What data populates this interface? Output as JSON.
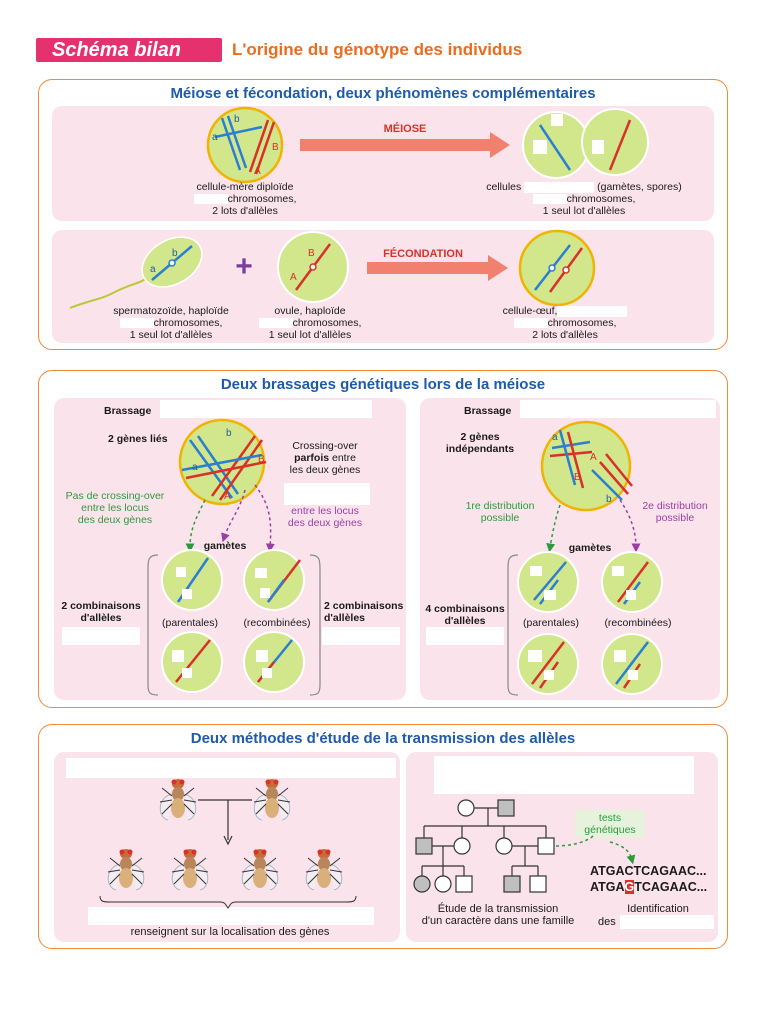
{
  "header": {
    "badge": "Schéma bilan",
    "title": "L'origine du génotype des individus"
  },
  "section1": {
    "title": "Méiose et fécondation, deux phénomènes complémentaires",
    "meiose": {
      "arrow_label": "MÉIOSE",
      "mother_cell": [
        "cellule-mère diploïde",
        "chromosomes,",
        "2 lots d'allèles"
      ],
      "daughter_cells": [
        "cellules",
        "(gamètes, spores)",
        "chromosomes,",
        "1 seul lot d'allèles"
      ],
      "allele_labels": [
        "a",
        "b",
        "A",
        "B"
      ]
    },
    "fecondation": {
      "arrow_label": "FÉCONDATION",
      "sperm": [
        "spermatozoïde, haploïde",
        "chromosomes,",
        "1 seul lot d'allèles"
      ],
      "ovule": [
        "ovule, haploïde",
        "chromosomes,",
        "1 seul lot d'allèles"
      ],
      "egg": [
        "cellule-œuf,",
        "chromosomes,",
        "2 lots d'allèles"
      ],
      "plus": "+",
      "sperm_alleles": [
        "a",
        "b"
      ],
      "ovule_alleles": [
        "A",
        "B"
      ]
    }
  },
  "section2": {
    "title": "Deux brassages génétiques lors de la méiose",
    "left": {
      "heading": "Brassage",
      "genes": "2 gènes liés",
      "crossing": [
        "Crossing-over",
        "parfois",
        "entre",
        "les deux gènes"
      ],
      "between": [
        "entre les locus",
        "des deux gènes"
      ],
      "no_crossing": [
        "Pas de crossing-over",
        "entre les locus",
        "des deux gènes"
      ],
      "gametes": "gamètes",
      "combos_left": [
        "2 combinaisons",
        "d'allèles"
      ],
      "combos_right": [
        "2 combinaisons",
        "d'allèles"
      ],
      "parentales": "(parentales)",
      "recombinees": "(recombinées)",
      "alleles": [
        "a",
        "b",
        "A",
        "B"
      ]
    },
    "right": {
      "heading": "Brassage",
      "genes": [
        "2 gènes",
        "indépendants"
      ],
      "dist1": [
        "1re distribution",
        "possible"
      ],
      "dist2": [
        "2e distribution",
        "possible"
      ],
      "gametes": "gamètes",
      "combos": [
        "4 combinaisons",
        "d'allèles"
      ],
      "parentales": "(parentales)",
      "recombinees": "(recombinées)",
      "alleles": [
        "a",
        "b",
        "A",
        "B"
      ]
    }
  },
  "section3": {
    "title": "Deux méthodes d'étude de la transmission des allèles",
    "left": {
      "caption": "renseignent sur la localisation des gènes"
    },
    "right": {
      "tests": [
        "tests",
        "génétiques"
      ],
      "seq1": "ATGACTCAGAAC...",
      "seq2_pre": "ATGA",
      "seq2_mut": "G",
      "seq2_post": "TCAGAAC...",
      "study": [
        "Étude de la transmission",
        "d'un caractère dans une famille"
      ],
      "identification": [
        "Identification",
        "des"
      ]
    }
  },
  "colors": {
    "accent": "#e5326f",
    "title_orange": "#ec6b1e",
    "section_blue": "#1f5ba8",
    "border_orange": "#f28a3a",
    "panel_pink": "#fbe3ec",
    "cell_green": "#d2e68c",
    "chrom_blue": "#2a7fd0",
    "chrom_red": "#d8312a"
  }
}
